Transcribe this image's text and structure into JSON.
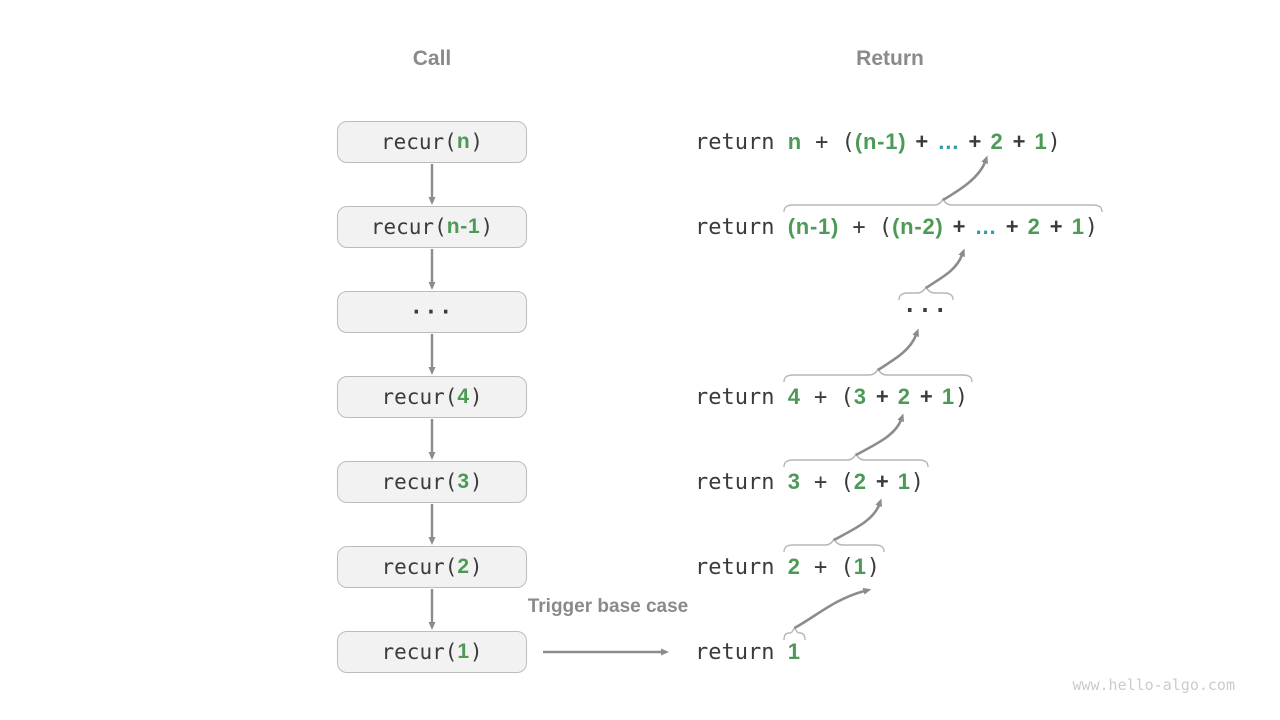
{
  "headers": {
    "call": "Call",
    "return": "Return"
  },
  "trigger_label": "Trigger base case",
  "watermark": "www.hello-algo.com",
  "colors": {
    "green": "#4d9a57",
    "teal": "#2d9da6",
    "dark": "#3b3b3b",
    "arrow_gray": "#8c8c8c",
    "label_gray": "#8a8a8a",
    "box_fill": "#f2f2f3",
    "box_border": "#bcbcbe",
    "brace_gray": "#b6b6b6",
    "watermark_gray": "#cbcbcb"
  },
  "icons": {
    "down_arrow": "↓",
    "right_arrow": "→",
    "return_flow_arrow": "↗",
    "overbrace": "⏞"
  },
  "call_stack": [
    {
      "label": "recur(n)",
      "segments": [
        {
          "t": "recur(",
          "s": "code"
        },
        {
          "t": "n",
          "s": "arg"
        },
        {
          "t": ")",
          "s": "code"
        }
      ]
    },
    {
      "label": "recur(n-1)",
      "segments": [
        {
          "t": "recur(",
          "s": "code"
        },
        {
          "t": "n-1",
          "s": "arg"
        },
        {
          "t": ")",
          "s": "code"
        }
      ]
    },
    {
      "label": "···",
      "segments": [
        {
          "t": "···",
          "s": "dots"
        }
      ]
    },
    {
      "label": "recur(4)",
      "segments": [
        {
          "t": "recur(",
          "s": "code"
        },
        {
          "t": "4",
          "s": "arg"
        },
        {
          "t": ")",
          "s": "code"
        }
      ]
    },
    {
      "label": "recur(3)",
      "segments": [
        {
          "t": "recur(",
          "s": "code"
        },
        {
          "t": "3",
          "s": "arg"
        },
        {
          "t": ")",
          "s": "code"
        }
      ]
    },
    {
      "label": "recur(2)",
      "segments": [
        {
          "t": "recur(",
          "s": "code"
        },
        {
          "t": "2",
          "s": "arg"
        },
        {
          "t": ")",
          "s": "code"
        }
      ]
    },
    {
      "label": "recur(1)",
      "segments": [
        {
          "t": "recur(",
          "s": "code"
        },
        {
          "t": "1",
          "s": "arg"
        },
        {
          "t": ")",
          "s": "code"
        }
      ]
    }
  ],
  "returns": [
    {
      "label": "return n + ((n-1) + … + 2 + 1)",
      "segments": [
        {
          "t": "return ",
          "s": "code"
        },
        {
          "t": "n",
          "s": "arg"
        },
        {
          "t": " + (",
          "s": "code"
        },
        {
          "t": "(n-1)",
          "s": "arg"
        },
        {
          "t": " + ",
          "s": "op"
        },
        {
          "t": "…",
          "s": "etc"
        },
        {
          "t": " + ",
          "s": "op"
        },
        {
          "t": "2",
          "s": "arg"
        },
        {
          "t": " + ",
          "s": "op"
        },
        {
          "t": "1",
          "s": "arg"
        },
        {
          "t": ")",
          "s": "code"
        }
      ]
    },
    {
      "label": "return (n-1) + ((n-2) + … + 2 + 1)",
      "segments": [
        {
          "t": "return ",
          "s": "code"
        },
        {
          "t": "(n-1)",
          "s": "arg"
        },
        {
          "t": " + (",
          "s": "code"
        },
        {
          "t": "(n-2)",
          "s": "arg"
        },
        {
          "t": " + ",
          "s": "op"
        },
        {
          "t": "…",
          "s": "etc"
        },
        {
          "t": " + ",
          "s": "op"
        },
        {
          "t": "2",
          "s": "arg"
        },
        {
          "t": " + ",
          "s": "op"
        },
        {
          "t": "1",
          "s": "arg"
        },
        {
          "t": ")",
          "s": "code"
        }
      ]
    },
    {
      "label": "···",
      "segments": [
        {
          "t": "···",
          "s": "dots"
        }
      ]
    },
    {
      "label": "return 4 + (3 + 2 + 1)",
      "segments": [
        {
          "t": "return ",
          "s": "code"
        },
        {
          "t": "4",
          "s": "arg"
        },
        {
          "t": " + (",
          "s": "code"
        },
        {
          "t": "3",
          "s": "arg"
        },
        {
          "t": " + ",
          "s": "op"
        },
        {
          "t": "2",
          "s": "arg"
        },
        {
          "t": " + ",
          "s": "op"
        },
        {
          "t": "1",
          "s": "arg"
        },
        {
          "t": ")",
          "s": "code"
        }
      ]
    },
    {
      "label": "return 3 + (2 + 1)",
      "segments": [
        {
          "t": "return ",
          "s": "code"
        },
        {
          "t": "3",
          "s": "arg"
        },
        {
          "t": " + (",
          "s": "code"
        },
        {
          "t": "2",
          "s": "arg"
        },
        {
          "t": " + ",
          "s": "op"
        },
        {
          "t": "1",
          "s": "arg"
        },
        {
          "t": ")",
          "s": "code"
        }
      ]
    },
    {
      "label": "return 2 + (1)",
      "segments": [
        {
          "t": "return ",
          "s": "code"
        },
        {
          "t": "2",
          "s": "arg"
        },
        {
          "t": " + (",
          "s": "code"
        },
        {
          "t": "1",
          "s": "arg"
        },
        {
          "t": ")",
          "s": "code"
        }
      ]
    },
    {
      "label": "return 1",
      "segments": [
        {
          "t": "return ",
          "s": "code"
        },
        {
          "t": "1",
          "s": "arg"
        }
      ]
    }
  ]
}
